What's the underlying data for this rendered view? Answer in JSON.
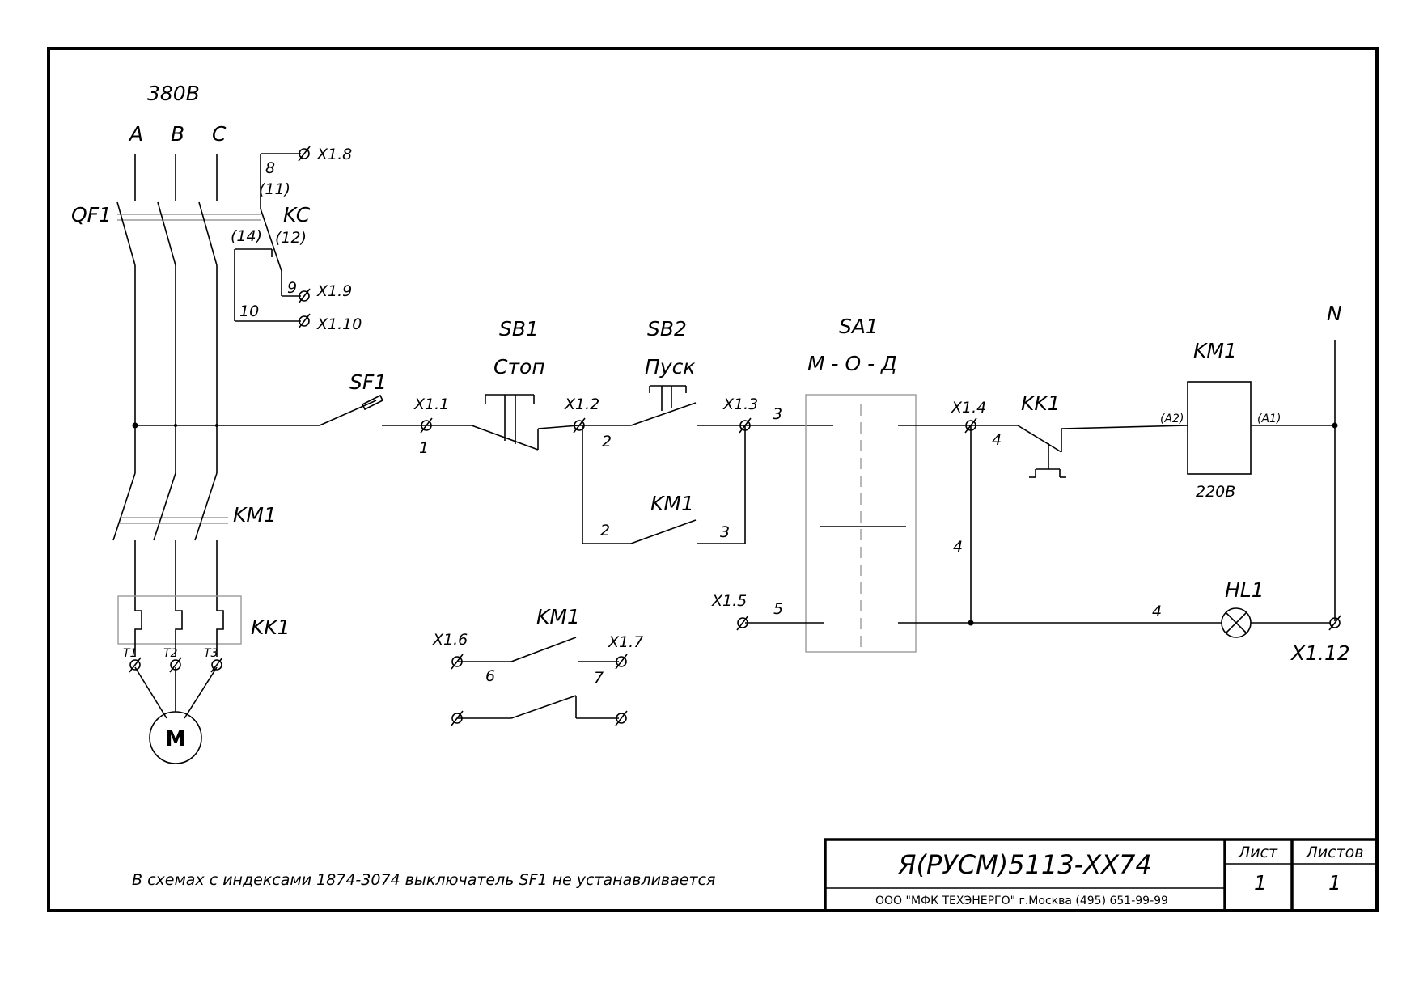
{
  "labels": {
    "voltage_supply": "380В",
    "phase_a": "A",
    "phase_b": "B",
    "phase_c": "C",
    "qf1": "QF1",
    "kc": "KC",
    "kc_pin_8": "8",
    "kc_pin_11": "(11)",
    "kc_pin_14": "(14)",
    "kc_pin_12": "(12)",
    "kc_pin_9": "9",
    "kc_pin_10": "10",
    "x1_8": "X1.8",
    "x1_9": "X1.9",
    "x1_10": "X1.10",
    "sf1": "SF1",
    "x1_1": "X1.1",
    "wire_1": "1",
    "sb1": "SB1",
    "sb1_name": "Стоп",
    "x1_2": "X1.2",
    "wire_2": "2",
    "sb2": "SB2",
    "sb2_name": "Пуск",
    "x1_3": "X1.3",
    "wire_3": "3",
    "km1_aux_label": "KM1",
    "wire_2b": "2",
    "wire_3b": "3",
    "sa1": "SA1",
    "sa1_modes": "М - О - Д",
    "x1_4": "X1.4",
    "wire_4": "4",
    "wire_4b": "4",
    "wire_4c": "4",
    "kk1_contact": "KK1",
    "km1_coil": "KM1",
    "coil_a2": "(A2)",
    "coil_a1": "(A1)",
    "coil_voltage": "220В",
    "neutral": "N",
    "x1_5": "X1.5",
    "wire_5": "5",
    "hl1": "HL1",
    "x1_12": "X1.12",
    "km1_main": "KM1",
    "kk1_relay": "KK1",
    "t1": "T1",
    "t2": "T2",
    "t3": "T3",
    "motor": "M",
    "x1_6": "X1.6",
    "x1_7": "X1.7",
    "km1_extra": "KM1",
    "wire_6": "6",
    "wire_7": "7"
  },
  "note": "В схемах с индексами 1874-3074 выключатель SF1 не устанавливается",
  "title_block": {
    "designation": "Я(РУСМ)5113-XX74",
    "company": "ООО \"МФК ТЕХЭНЕРГО\" г.Москва  (495) 651-99-99",
    "sheet_label": "Лист",
    "sheet_value": "1",
    "sheets_label": "Листов",
    "sheets_value": "1"
  }
}
